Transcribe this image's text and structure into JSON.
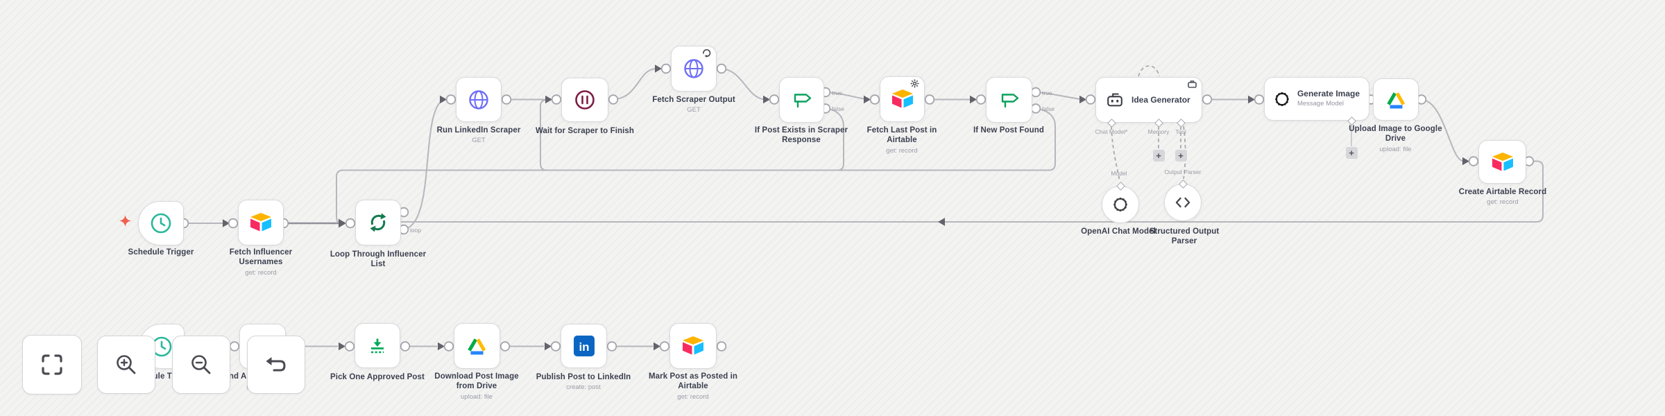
{
  "nodes": {
    "schedule_trigger": {
      "label": "Schedule Trigger"
    },
    "fetch_influencer": {
      "label": "Fetch Influencer Usernames",
      "subtitle": "get: record"
    },
    "loop_influencer": {
      "label": "Loop Through Influencer List"
    },
    "run_scraper": {
      "label": "Run LinkedIn Scraper",
      "subtitle": "GET"
    },
    "wait_scraper": {
      "label": "Wait for Scraper to Finish"
    },
    "fetch_scraper_output": {
      "label": "Fetch Scraper Output",
      "subtitle": "GET"
    },
    "if_post_exists": {
      "label": "If Post Exists in Scraper Response"
    },
    "fetch_last_post": {
      "label": "Fetch Last Post in Airtable",
      "subtitle": "get: record"
    },
    "if_new_post": {
      "label": "If New Post Found"
    },
    "idea_generator": {
      "label": "Idea Generator"
    },
    "generate_image": {
      "label": "Generate Image",
      "subtitle": "Message Model"
    },
    "upload_drive": {
      "label": "Upload Image to Google Drive",
      "subtitle": "upload: file"
    },
    "create_airtable": {
      "label": "Create Airtable Record",
      "subtitle": "get: record"
    },
    "openai_chat_model": {
      "label": "OpenAI Chat Model"
    },
    "structured_output_parser": {
      "label": "Structured Output Parser"
    },
    "schedule_trigger_2": {
      "label": "Schedule Trigger"
    },
    "find_approved": {
      "label": "Find Approved Posts",
      "subtitle": "get: record"
    },
    "pick_one": {
      "label": "Pick One Approved Post"
    },
    "download_drive": {
      "label": "Download Post Image from Drive",
      "subtitle": "upload: file"
    },
    "publish_linkedin": {
      "label": "Publish Post to LinkedIn",
      "subtitle": "create: post"
    },
    "mark_posted": {
      "label": "Mark Post as Posted in Airtable",
      "subtitle": "get: record"
    }
  },
  "connectors": {
    "loop_label": "loop",
    "true_label": "true",
    "false_label": "false",
    "chat_model_label": "Chat Model*",
    "memory_label": "Memory",
    "tool_label": "Tool",
    "model_label": "Model",
    "output_parser_label": "Output Parser",
    "plus_glyph": "+"
  },
  "icons": {
    "linkedin_text": "in"
  },
  "colors": {
    "canvas_bg": "#f3f3f2",
    "edge": "#b6b6bc",
    "node_border": "#d9d9dd",
    "label_text": "#3c4150",
    "subtitle_text": "#9a9ca6",
    "spark_red": "#f0604f",
    "airtable_yellow": "#fcb400",
    "airtable_pink": "#f82b60",
    "airtable_blue": "#18bfff",
    "http_globe_indigo": "#6e6ef7",
    "wait_maroon": "#7f1d45",
    "if_green": "#0ba05c",
    "loop_green": "#157a4f",
    "schedule_teal": "#2bb79b",
    "drive_green": "#00ac47",
    "drive_yellow": "#ffba00",
    "drive_blue": "#2684fc",
    "linkedin_blue": "#0a66c2",
    "limit_green": "#00a85a",
    "openai_black": "#1b1b1f"
  }
}
